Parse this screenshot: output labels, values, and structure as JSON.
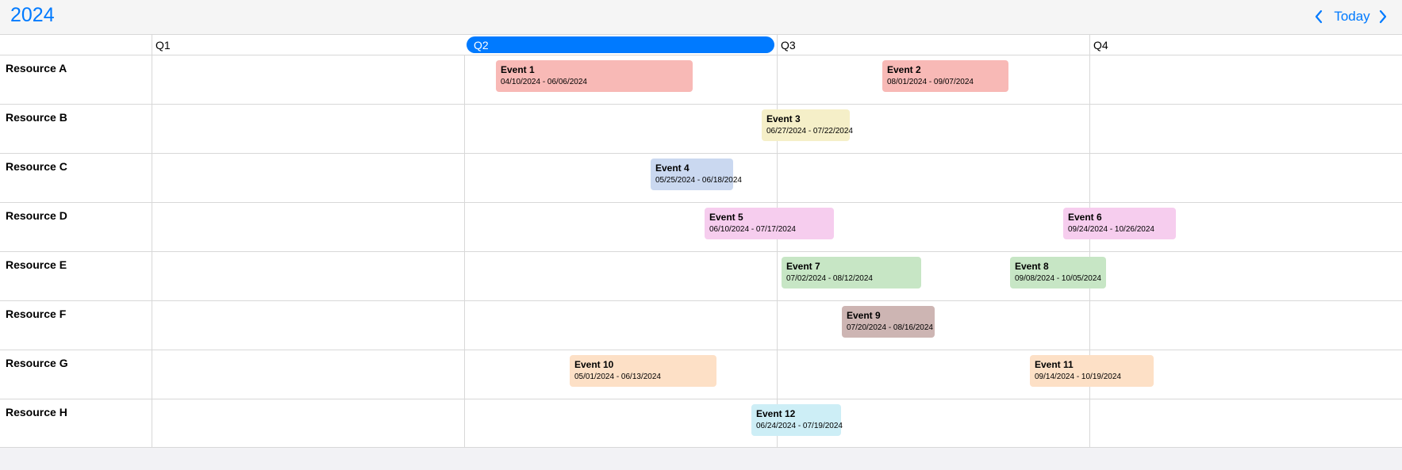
{
  "header": {
    "year": "2024",
    "today_label": "Today"
  },
  "quarters": [
    "Q1",
    "Q2",
    "Q3",
    "Q4"
  ],
  "selected_quarter": "Q2",
  "resources": [
    "Resource A",
    "Resource B",
    "Resource C",
    "Resource D",
    "Resource E",
    "Resource F",
    "Resource G",
    "Resource H"
  ],
  "events": [
    {
      "title": "Event 1",
      "dates": "04/10/2024 - 06/06/2024",
      "color": "#f8b9b6"
    },
    {
      "title": "Event 2",
      "dates": "08/01/2024 - 09/07/2024",
      "color": "#f8b9b6"
    },
    {
      "title": "Event 3",
      "dates": "06/27/2024 - 07/22/2024",
      "color": "#f5efc8"
    },
    {
      "title": "Event 4",
      "dates": "05/25/2024 - 06/18/2024",
      "color": "#cad8f0"
    },
    {
      "title": "Event 5",
      "dates": "06/10/2024 - 07/17/2024",
      "color": "#f6cdee"
    },
    {
      "title": "Event 6",
      "dates": "09/24/2024 - 10/26/2024",
      "color": "#f6cdee"
    },
    {
      "title": "Event 7",
      "dates": "07/02/2024 - 08/12/2024",
      "color": "#c7e6c5"
    },
    {
      "title": "Event 8",
      "dates": "09/08/2024 - 10/05/2024",
      "color": "#c7e6c5"
    },
    {
      "title": "Event 9",
      "dates": "07/20/2024 - 08/16/2024",
      "color": "#cdb5b3"
    },
    {
      "title": "Event 10",
      "dates": "05/01/2024 - 06/13/2024",
      "color": "#fde0c6"
    },
    {
      "title": "Event 11",
      "dates": "09/14/2024 - 10/19/2024",
      "color": "#fde0c6"
    },
    {
      "title": "Event 12",
      "dates": "06/24/2024 - 07/19/2024",
      "color": "#cdeef6"
    }
  ],
  "colors": {
    "accent": "#007aff",
    "grid_line": "#d8d8d8"
  }
}
